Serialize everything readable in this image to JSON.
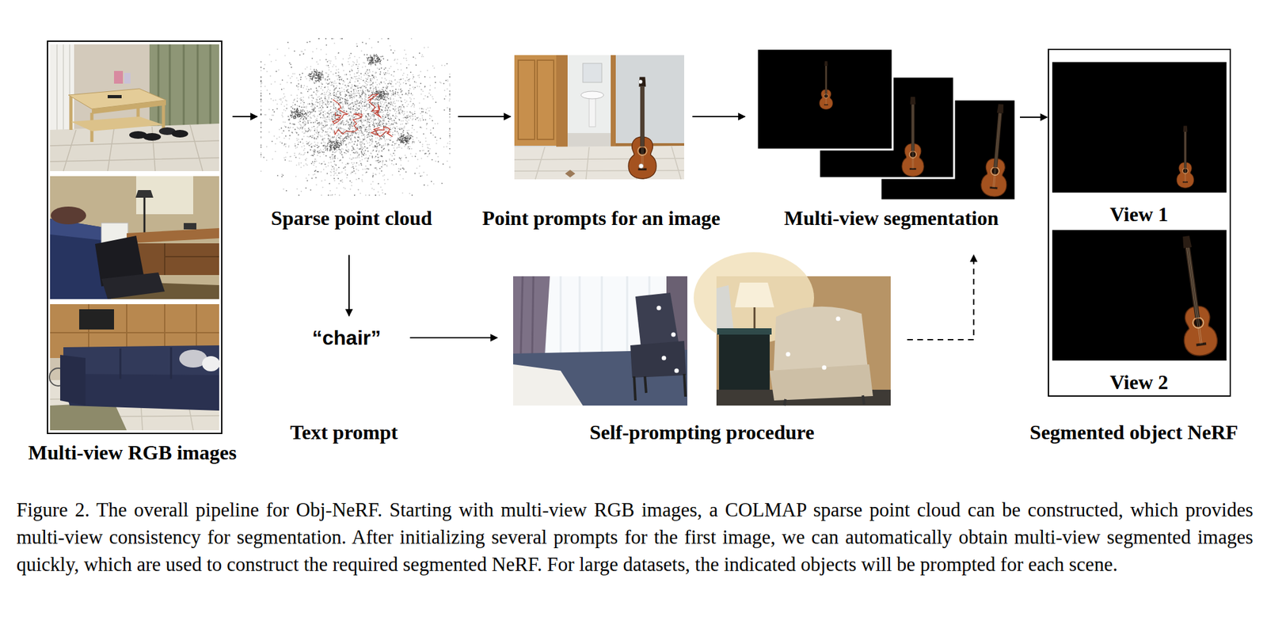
{
  "diagram": {
    "caption": "Figure 2. The overall pipeline for Obj-NeRF. Starting with multi-view RGB images, a COLMAP sparse point cloud can be constructed, which provides multi-view consistency for segmentation. After initializing several prompts for the first image, we can automatically obtain multi-view segmented images quickly, which are used to construct the required segmented NeRF. For large datasets, the indicated objects will be prompted for each scene.",
    "nodes": [
      {
        "text": [
          "Multi-view RGB images"
        ]
      },
      {
        "text": [
          "Sparse point cloud"
        ]
      },
      {
        "text": [
          "Point prompts for an image"
        ]
      },
      {
        "text": [
          "Multi-view segmentation"
        ]
      },
      {
        "text": [
          "Segmented object NeRF"
        ]
      },
      {
        "text": [
          "View 1"
        ],
        "in": 4
      },
      {
        "text": [
          "View 2"
        ],
        "in": 4
      },
      {
        "text": [
          "“chair”",
          "Text prompt"
        ]
      },
      {
        "text": [
          "Self-prompting procedure"
        ]
      }
    ],
    "edges": [
      {
        "from": 0,
        "to": 1,
        "arrow": "to"
      },
      {
        "from": 1,
        "to": 2,
        "arrow": "to"
      },
      {
        "from": 2,
        "to": 3,
        "arrow": "to"
      },
      {
        "from": 3,
        "to": 4,
        "arrow": "to"
      },
      {
        "from": 1,
        "to": 7,
        "arrow": "to"
      },
      {
        "from": 7,
        "to": 8,
        "arrow": "to"
      },
      {
        "from": 8,
        "to": 3,
        "arrow": "to"
      }
    ]
  }
}
